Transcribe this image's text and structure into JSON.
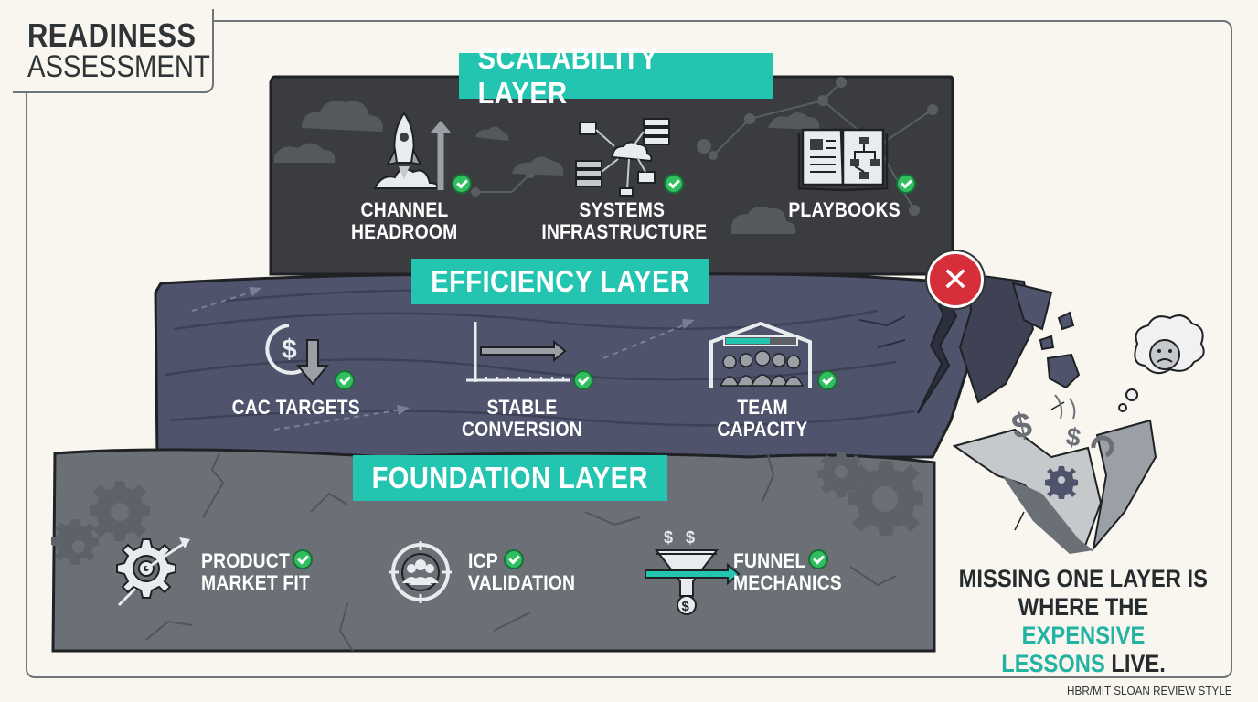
{
  "title": {
    "line1": "READINESS",
    "line2": "ASSESSMENT"
  },
  "layers": {
    "scalability": {
      "label": "SCALABILITY LAYER",
      "items": [
        {
          "line1": "CHANNEL",
          "line2": "HEADROOM",
          "icon": "rocket-icon",
          "checked": true
        },
        {
          "line1": "SYSTEMS",
          "line2": "INFRASTRUCTURE",
          "icon": "network-icon",
          "checked": true
        },
        {
          "line1": "PLAYBOOKS",
          "line2": "",
          "icon": "book-icon",
          "checked": true
        }
      ]
    },
    "efficiency": {
      "label": "EFFICIENCY LAYER",
      "items": [
        {
          "line1": "CAC TARGETS",
          "icon": "dollar-down-icon",
          "checked": true
        },
        {
          "line1": "STABLE CONVERSION",
          "icon": "flat-line-chart-icon",
          "checked": true
        },
        {
          "line1": "TEAM CAPACITY",
          "icon": "team-icon",
          "checked": true
        }
      ]
    },
    "foundation": {
      "label": "FOUNDATION LAYER",
      "items": [
        {
          "line1": "PRODUCT",
          "line2": "MARKET FIT",
          "icon": "gear-target-icon",
          "checked": true
        },
        {
          "line1": "ICP",
          "line2": "VALIDATION",
          "icon": "audience-target-icon",
          "checked": true
        },
        {
          "line1": "FUNNEL",
          "line2": "MECHANICS",
          "icon": "funnel-icon",
          "checked": true
        }
      ]
    }
  },
  "failure": {
    "icon": "x-mark-icon",
    "symbol": "✕"
  },
  "caption": {
    "part1": "MISSING ONE LAYER IS",
    "part2": "WHERE THE",
    "highlight1": "EXPENSIVE",
    "highlight2": "LESSONS",
    "part3": "LIVE."
  },
  "footer": "HBR/MIT SLOAN REVIEW STYLE",
  "colors": {
    "accent": "#23c4b0",
    "check": "#2fbf5e",
    "error": "#d62f3a",
    "top_layer": "#3a3c40",
    "mid_layer": "#4f546c",
    "base_layer": "#6a7076"
  }
}
